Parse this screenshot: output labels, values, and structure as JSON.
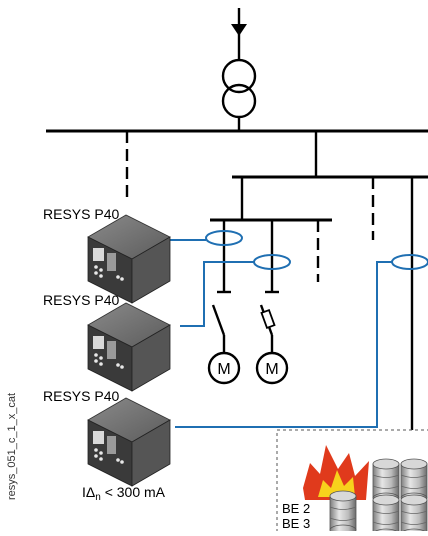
{
  "labels": {
    "device_1": "RESYS P40",
    "device_2": "RESYS P40",
    "device_3": "RESYS P40",
    "threshold_prefix": "IΔ",
    "threshold_sub": "n",
    "threshold_rest": " < 300 mA",
    "zone_be2": "BE 2",
    "zone_be3": "BE 3",
    "motor_1": "M",
    "motor_2": "M",
    "side_code": "resys_051_c_1_x_cat"
  },
  "colors": {
    "line": "#000000",
    "cable": "#1f6fb2",
    "device_body": "#4a4a4a",
    "fire_red": "#e03a1c",
    "fire_yellow": "#f7d21c"
  },
  "icons": [
    "transformer-icon",
    "relay-device-icon",
    "current-transformer-icon",
    "switch-icon",
    "fuse-switch-icon",
    "motor-icon",
    "fire-icon",
    "barrel-icon"
  ]
}
